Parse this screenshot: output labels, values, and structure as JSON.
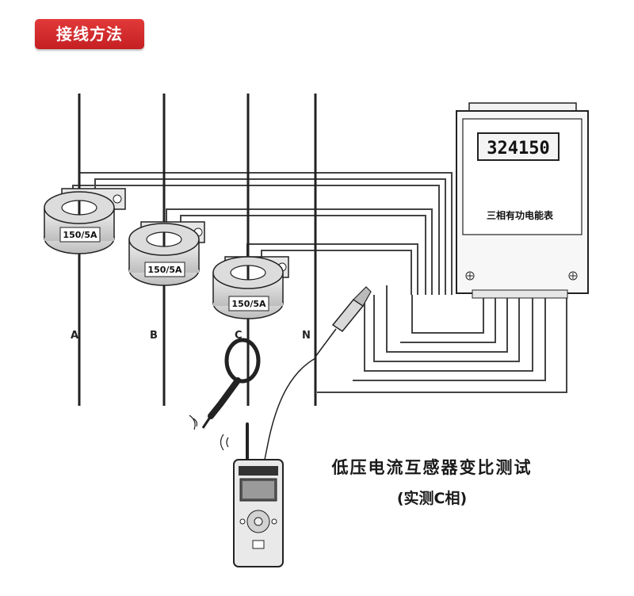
{
  "header": {
    "title": "接线方法"
  },
  "phases": [
    "A",
    "B",
    "C",
    "N"
  ],
  "ct_ratio": "150/5A",
  "meter": {
    "reading": "324150",
    "label": "三相有功电能表"
  },
  "caption": {
    "main": "低压电流互感器变比测试",
    "sub": "(实测C相)"
  },
  "colors": {
    "accent": "#d32a2d",
    "line": "#333333"
  }
}
